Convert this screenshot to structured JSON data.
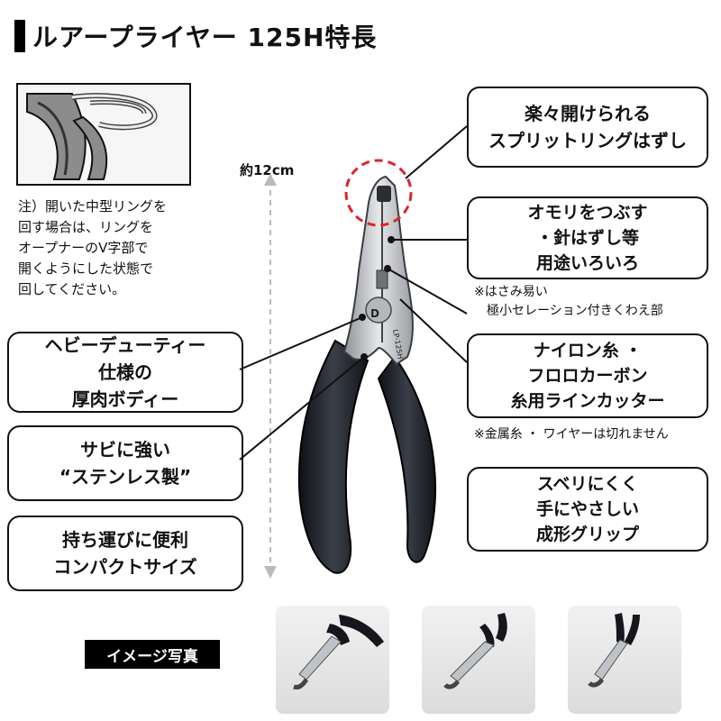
{
  "header": {
    "title": "ルアープライヤー 125H特長"
  },
  "inset_note": {
    "lines": [
      "注）開いた中型リングを",
      "回す場合は、リングを",
      "オープナーのV字部で",
      "開くようにした状態で",
      "回してください。"
    ]
  },
  "size_label": "約12cm",
  "features_left": [
    {
      "lines": [
        "ヘビーデューティー",
        "仕様の",
        "厚肉ボディー"
      ]
    },
    {
      "lines": [
        "サビに強い",
        "“ステンレス製”"
      ]
    },
    {
      "lines": [
        "持ち運びに便利",
        "コンパクトサイズ"
      ]
    }
  ],
  "features_right": [
    {
      "lines": [
        "楽々開けられる",
        "スプリットリングはずし"
      ]
    },
    {
      "lines": [
        "オモリをつぶす",
        "・針はずし等",
        "用途いろいろ"
      ],
      "note": [
        "※はさみ易い",
        "極小セレーション付きくわえ部"
      ]
    },
    {
      "lines": [
        "ナイロン糸 ・",
        "フロロカーボン",
        "糸用ラインカッター"
      ],
      "note": [
        "※金属糸 ・ ワイヤーは切れません"
      ]
    },
    {
      "lines": [
        "スベリにくく",
        "手にやさしい",
        "成形グリップ"
      ]
    }
  ],
  "pliers_marking": {
    "brand": "D",
    "model": "LP-125H"
  },
  "image_tag": "イメージ写真",
  "colors": {
    "grip": "#1d2027",
    "steel": "#c4c6c9",
    "highlight_circle": "#d8262b",
    "text": "#111111"
  }
}
